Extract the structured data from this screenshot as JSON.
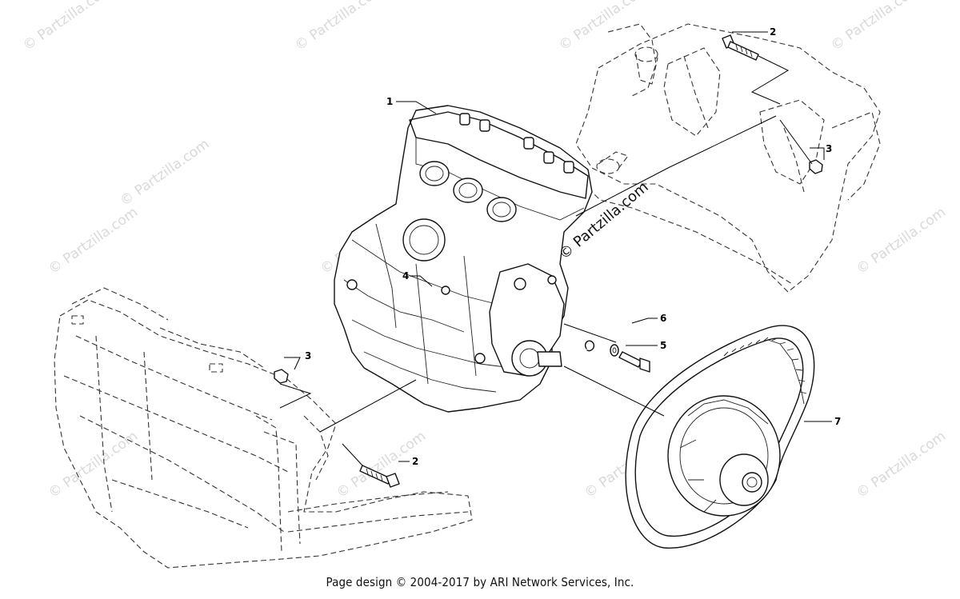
{
  "watermark": {
    "text": "© Partzilla.com",
    "marks": [
      {
        "id": "wm-1"
      },
      {
        "id": "wm-2"
      },
      {
        "id": "wm-3"
      },
      {
        "id": "wm-4"
      },
      {
        "id": "wm-5"
      },
      {
        "id": "wm-6"
      },
      {
        "id": "wm-7"
      },
      {
        "id": "wm-8"
      },
      {
        "id": "wm-9"
      },
      {
        "id": "wm-10"
      },
      {
        "id": "wm-11"
      },
      {
        "id": "wm-12"
      }
    ],
    "center_text": "© Partzilla.com"
  },
  "callouts": [
    {
      "id": "1",
      "label": "1"
    },
    {
      "id": "2a",
      "label": "2"
    },
    {
      "id": "2b",
      "label": "2"
    },
    {
      "id": "3a",
      "label": "3"
    },
    {
      "id": "3b",
      "label": "3"
    },
    {
      "id": "4",
      "label": "4"
    },
    {
      "id": "5",
      "label": "5"
    },
    {
      "id": "6",
      "label": "6"
    },
    {
      "id": "7",
      "label": "7"
    }
  ],
  "footer": {
    "text": "Page design © 2004-2017 by ARI Network Services, Inc."
  }
}
